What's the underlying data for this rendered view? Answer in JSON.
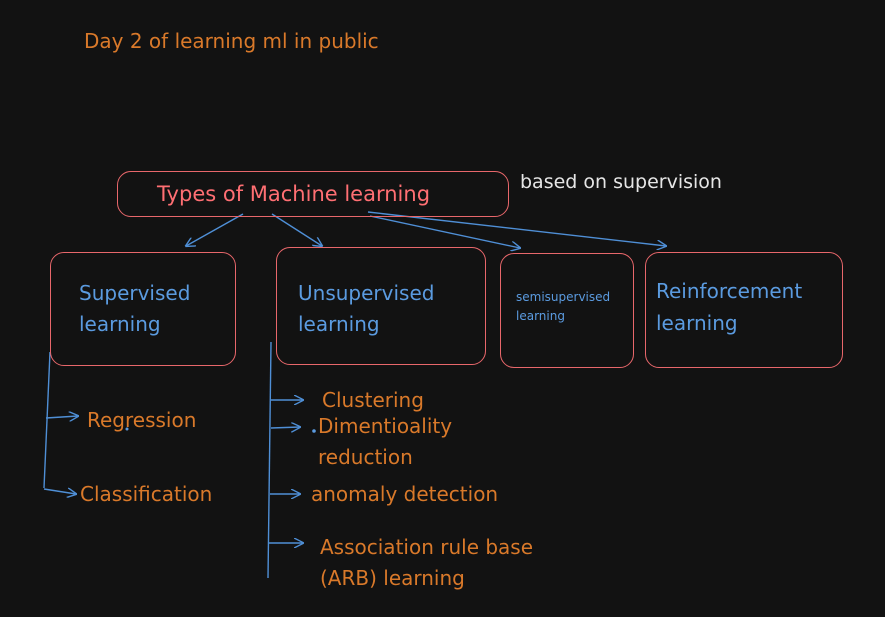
{
  "header": {
    "title": "Day 2 of learning ml in public"
  },
  "root": {
    "label": "Types of Machine learning",
    "note": "based on supervision"
  },
  "categories": [
    {
      "line1": "Supervised",
      "line2": "learning"
    },
    {
      "line1": "Unsupervised",
      "line2": "learning"
    },
    {
      "line1": "semisupervised",
      "line2": "learning"
    },
    {
      "line1": "Reinforcement",
      "line2": "learning"
    }
  ],
  "supervised_items": [
    "Regression",
    "Classification"
  ],
  "unsupervised_items": [
    {
      "line1": "Clustering"
    },
    {
      "line1": "Dimentioality",
      "line2": "reduction"
    },
    {
      "line1": "anomaly detection"
    },
    {
      "line1": "Association rule base",
      "line2": "(ARB) learning"
    }
  ],
  "colors": {
    "background": "#121212",
    "box_border": "#e8676b",
    "root_text": "#ff6f73",
    "category_text": "#5b9be0",
    "item_text": "#d9792a",
    "note_text": "#e6e6e6",
    "arrow": "#4f8fd6"
  }
}
